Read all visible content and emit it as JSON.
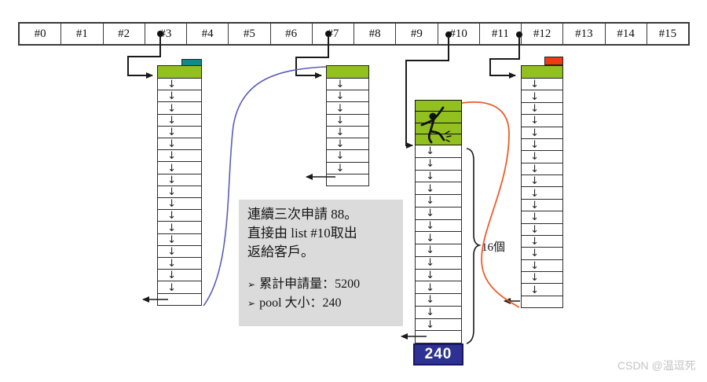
{
  "watermark": "CSDN @温逗死",
  "array": {
    "slots": [
      "#0",
      "#1",
      "#2",
      "#3",
      "#4",
      "#5",
      "#6",
      "#7",
      "#8",
      "#9",
      "#10",
      "#11",
      "#12",
      "#13",
      "#14",
      "#15"
    ]
  },
  "note_box": {
    "lines": [
      "連續三次申請 88。",
      "直接由 list #10取出",
      "返給客戶。"
    ],
    "bullet_glyph": "➢",
    "bullets": [
      "累計申請量：5200",
      "pool 大小：240"
    ]
  },
  "labels": {
    "remaining_count": "16個",
    "pool_size": "240"
  },
  "lists": [
    {
      "name": "list #3",
      "slot": "#3",
      "free_blocks": 19,
      "corner_block_color": "#0E8C8C"
    },
    {
      "name": "list #7",
      "slot": "#7",
      "free_blocks": 9
    },
    {
      "name": "list #10",
      "slot": "#10",
      "taken_blocks": 4,
      "free_blocks": 16
    },
    {
      "name": "list #12",
      "slot": "#11",
      "free_blocks": 19,
      "corner_block_color": "#EE3B11"
    }
  ],
  "colors": {
    "block_green": "#92C01F",
    "teal_block": "#0E8C8C",
    "red_block": "#EE3B11",
    "pool_navy": "#2D3192",
    "blue_curve": "#5B5EB5",
    "orange_curve": "#E95F2B"
  }
}
